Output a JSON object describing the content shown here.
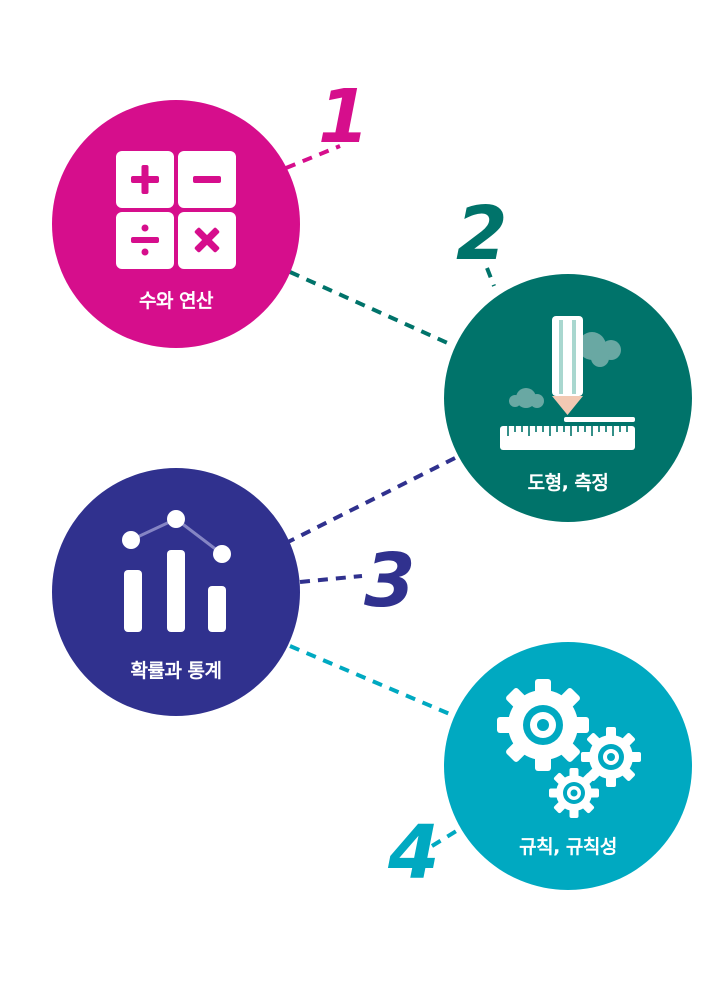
{
  "nodes": [
    {
      "number": "1",
      "label": "수와 연산",
      "color": "#d60e8c",
      "icon": "calculator-icon"
    },
    {
      "number": "2",
      "label": "도형, 측정",
      "color": "#00736a",
      "icon": "pencil-ruler-icon"
    },
    {
      "number": "3",
      "label": "확률과 통계",
      "color": "#30318e",
      "icon": "bar-chart-icon"
    },
    {
      "number": "4",
      "label": "규칙, 규칙성",
      "color": "#00a9c1",
      "icon": "gears-icon"
    }
  ]
}
